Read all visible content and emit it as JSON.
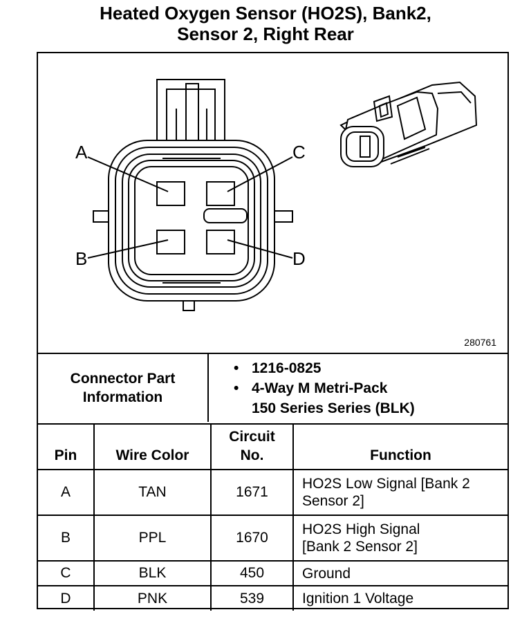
{
  "title": {
    "line1": "Heated Oxygen Sensor (HO2S), Bank2,",
    "line2": "Sensor 2, Right Rear"
  },
  "diagram": {
    "figure_id": "280761",
    "pin_labels": [
      "A",
      "B",
      "C",
      "D"
    ]
  },
  "connector_info": {
    "label_line1": "Connector Part",
    "label_line2": "Information",
    "items": [
      "1216-0825",
      "4-Way M Metri-Pack",
      "150 Series Series (BLK)"
    ]
  },
  "pin_table": {
    "headers": {
      "pin": "Pin",
      "wire_color": "Wire Color",
      "circuit_line1": "Circuit",
      "circuit_line2": "No.",
      "function": "Function"
    },
    "rows": [
      {
        "pin": "A",
        "wire_color": "TAN",
        "circuit": "1671",
        "function_line1": "HO2S Low Signal [Bank 2",
        "function_line2": "Sensor 2]"
      },
      {
        "pin": "B",
        "wire_color": "PPL",
        "circuit": "1670",
        "function_line1": "HO2S High Signal",
        "function_line2": "[Bank 2 Sensor 2]"
      },
      {
        "pin": "C",
        "wire_color": "BLK",
        "circuit": "450",
        "function_line1": "Ground",
        "function_line2": ""
      },
      {
        "pin": "D",
        "wire_color": "PNK",
        "circuit": "539",
        "function_line1": "Ignition 1 Voltage",
        "function_line2": ""
      }
    ]
  }
}
